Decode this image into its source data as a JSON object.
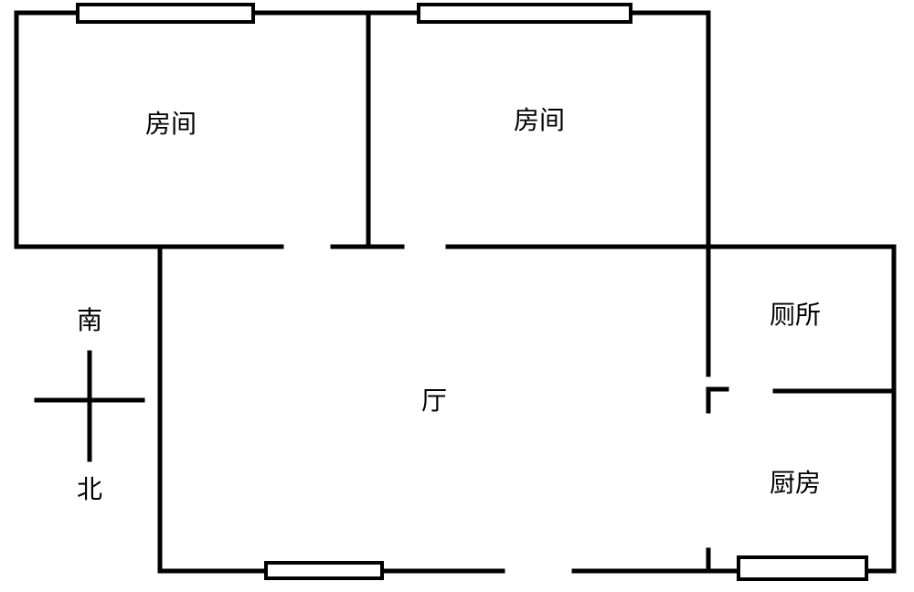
{
  "rooms": {
    "bedroom_left": "房间",
    "bedroom_right": "房间",
    "living_room": "厅",
    "toilet": "厕所",
    "kitchen": "厨房"
  },
  "compass": {
    "top": "南",
    "bottom": "北"
  }
}
